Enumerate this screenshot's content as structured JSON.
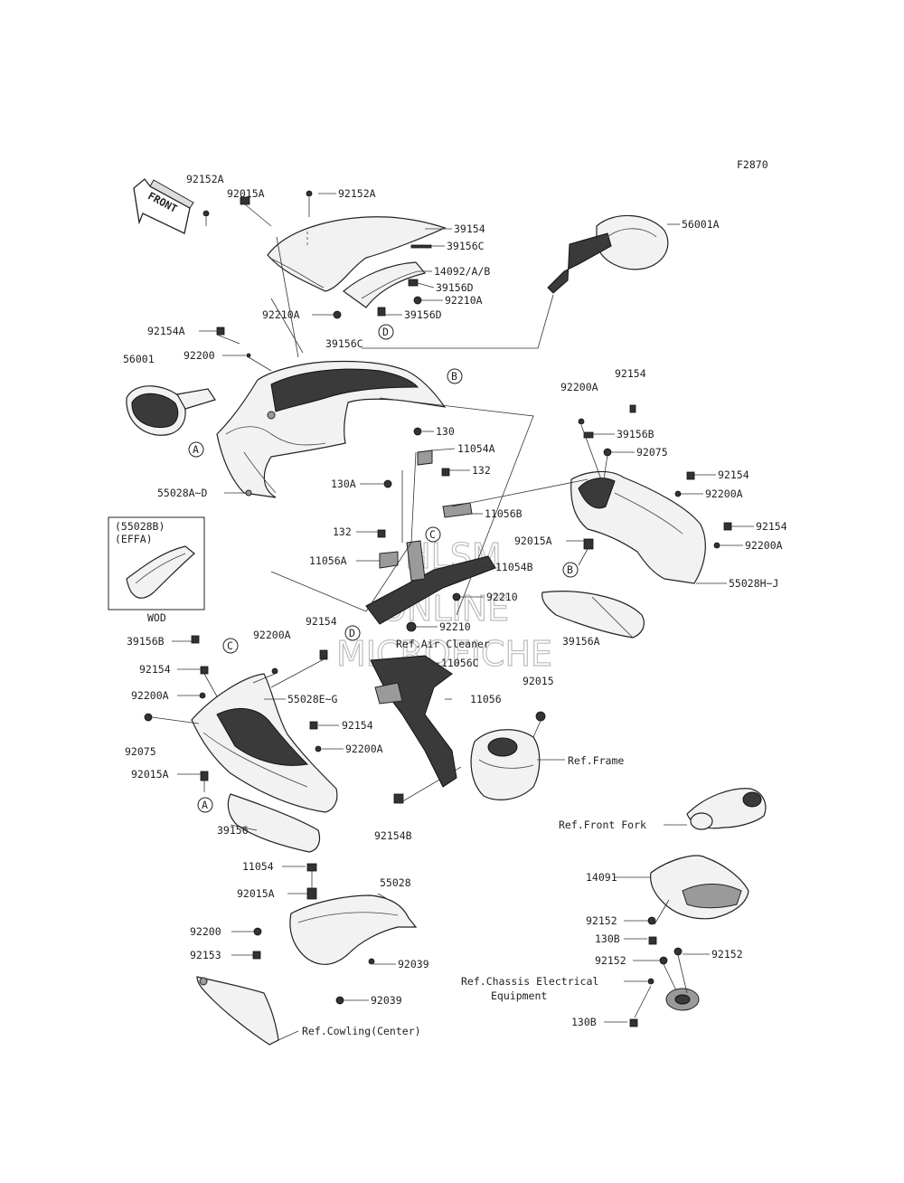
{
  "figure_code": "F2870",
  "direction_label": "FRONT",
  "watermark": [
    "HLSM",
    "ONLINE",
    "MICROFICHE"
  ],
  "inset": {
    "line1": "(55028B)",
    "line2": "(EFFA)",
    "caption": "WOD"
  },
  "circle_markers": {
    "A": "A",
    "B": "B",
    "C": "C",
    "D": "D"
  },
  "labels": {
    "l92152A_a": "92152A",
    "l92015A_top": "92015A",
    "l92152A_b": "92152A",
    "l39154": "39154",
    "l39156C_a": "39156C",
    "l14092": "14092/A/B",
    "l39156D_a": "39156D",
    "l92210A_a": "92210A",
    "l92210A_b": "92210A",
    "l39156D_b": "39156D",
    "l39156C_b": "39156C",
    "l56001A": "56001A",
    "l92154A": "92154A",
    "l92200_top": "92200",
    "l56001": "56001",
    "l55028AD": "55028A~D",
    "l92200A_r1": "92200A",
    "l92154_r1": "92154",
    "l39156B_r": "39156B",
    "l92075_r": "92075",
    "l92154_r2": "92154",
    "l92200A_r2": "92200A",
    "l92154_r3": "92154",
    "l92200A_r3": "92200A",
    "l55028HJ": "55028H~J",
    "l130": "130",
    "l11054A": "11054A",
    "l132_a": "132",
    "l130A": "130A",
    "l11056B": "11056B",
    "l132_b": "132",
    "l92015A_mid": "92015A",
    "l11056A": "11056A",
    "l11054B": "11054B",
    "l92210_a": "92210",
    "l92210_b": "92210",
    "l39156A": "39156A",
    "lRefAirCleaner": "Ref.Air Cleaner",
    "l39156B_l": "39156B",
    "l92200A_l1": "92200A",
    "l92154_l1": "92154",
    "l92154_l2": "92154",
    "l11056C": "11056C",
    "l92200A_l2": "92200A",
    "l55028EG": "55028E~G",
    "l92015": "92015",
    "l11056": "11056",
    "l92075_l": "92075",
    "l92154_l3": "92154",
    "l92200A_l3": "92200A",
    "lRefFrame": "Ref.Frame",
    "l92015A_l": "92015A",
    "l39156": "39156",
    "l92154B": "92154B",
    "lRefFrontFork": "Ref.Front Fork",
    "l11054": "11054",
    "l55028": "55028",
    "l92015A_b": "92015A",
    "l14091": "14091",
    "l92200_b": "92200",
    "l92152_a": "92152",
    "l130B_a": "130B",
    "l92153": "92153",
    "l92039_a": "92039",
    "l92152_b": "92152",
    "l92152_c": "92152",
    "lRefChassis1": "Ref.Chassis Electrical",
    "lRefChassis2": "Equipment",
    "l92039_b": "92039",
    "l130B_b": "130B",
    "lRefCowlingCenter": "Ref.Cowling(Center)"
  }
}
